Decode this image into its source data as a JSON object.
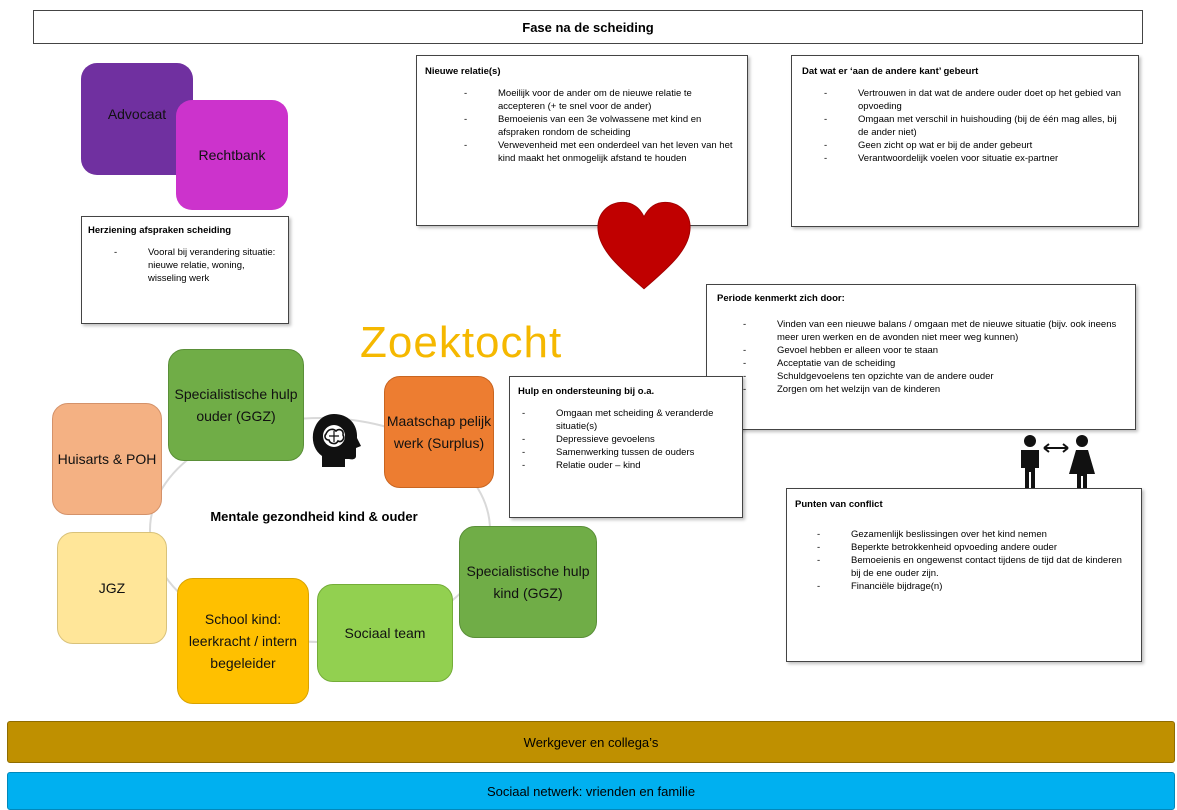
{
  "header": {
    "title": "Fase na de scheiding"
  },
  "tiles": {
    "advocaat": "Advocaat",
    "rechtbank": "Rechtbank",
    "specialist_ouder": "Specialistische hulp ouder (GGZ)",
    "maatschappelijk": "Maatschap pelijk werk (Surplus)",
    "huisarts": "Huisarts & POH",
    "jgz": "JGZ",
    "school": "School kind: leerkracht / intern begeleider",
    "sociaal_team": "Sociaal team",
    "specialist_kind": "Specialistische hulp kind (GGZ)"
  },
  "herziening": {
    "title": "Herziening afspraken scheiding",
    "items": [
      "Vooral bij verandering situatie: nieuwe relatie, woning, wisseling werk"
    ]
  },
  "nieuwe_relatie": {
    "title": "Nieuwe relatie(s)",
    "items": [
      "Moeilijk voor de ander om de nieuwe relatie te accepteren (+ te snel voor de ander)",
      "Bemoeienis van een 3e volwassene met kind en afspraken rondom de scheiding",
      "Verwevenheid met een onderdeel van het leven van het kind maakt het onmogelijk afstand te houden"
    ]
  },
  "andere_kant": {
    "title": "Dat wat er ‘aan de andere kant’ gebeurt",
    "items": [
      "Vertrouwen in dat wat de andere ouder doet op het gebied van opvoeding",
      "Omgaan met verschil in huishouding (bij de één mag alles, bij de ander niet)",
      "Geen zicht op wat er bij de ander gebeurt",
      "Verantwoordelijk voelen voor situatie ex-partner"
    ]
  },
  "periode": {
    "title": "Periode kenmerkt zich door:",
    "items": [
      "Vinden van een nieuwe balans / omgaan met de nieuwe situatie (bijv. ook ineens meer uren werken en de avonden niet meer weg kunnen)",
      "Gevoel hebben er alleen voor te staan",
      "Acceptatie van de scheiding",
      "Schuldgevoelens ten opzichte van de andere ouder",
      "Zorgen om het welzijn van de kinderen"
    ]
  },
  "hulp": {
    "title": "Hulp en ondersteuning bij o.a.",
    "items": [
      "Omgaan met scheiding & veranderde situatie(s)",
      "Depressieve gevoelens",
      "Samenwerking tussen de ouders",
      "Relatie ouder – kind"
    ]
  },
  "conflict": {
    "title": "Punten van conflict",
    "items": [
      "Gezamenlijk beslissingen over het kind nemen",
      "Beperkte betrokkenheid opvoeding andere ouder",
      "Bemoeienis en ongewenst contact tijdens de tijd dat de kinderen bij de ene ouder zijn.",
      "Financiële bijdrage(n)"
    ]
  },
  "zoektocht": "Zoektocht",
  "center_label": "Mentale gezondheid kind & ouder",
  "werkgever": "Werkgever en collega’s",
  "sociaal_netwerk": "Sociaal netwerk: vrienden en familie",
  "icons": [
    "heart-icon",
    "brain-head-icon",
    "parents-icon"
  ],
  "colors": {
    "advocaat": "#7030A0",
    "rechtbank": "#CC33CC",
    "specialist_ouder": "#70AD47",
    "maatschappelijk": "#ED7D31",
    "huisarts": "#F4B183",
    "jgz": "#FFE699",
    "school": "#FFC000",
    "sociaal_team": "#92D050",
    "specialist_kind": "#70AD47",
    "zoektocht": "#F5B800",
    "heart": "#C00000",
    "werkgever": "#BF9000",
    "sociaal_netwerk": "#00B0F0"
  }
}
